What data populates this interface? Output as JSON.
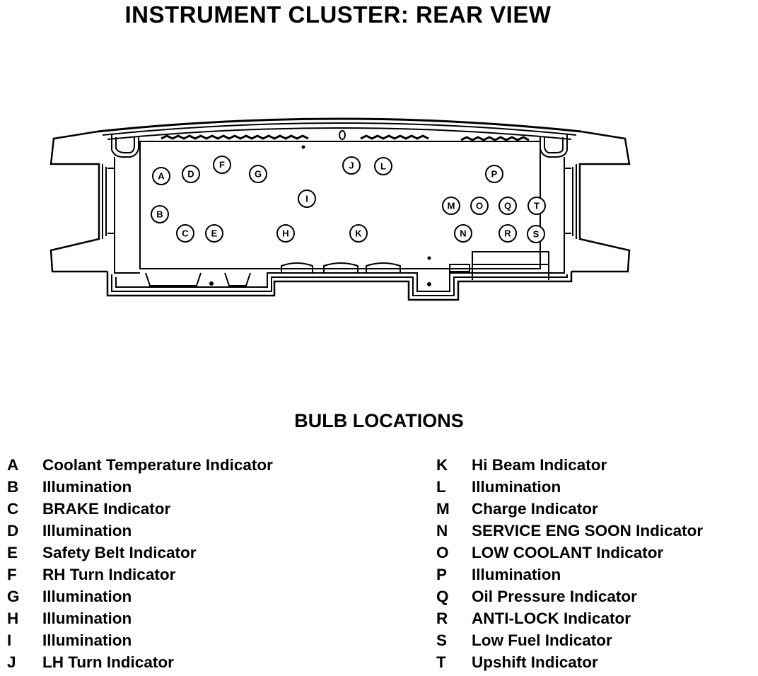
{
  "header": {
    "title": "INSTRUMENT CLUSTER: REAR VIEW"
  },
  "diagram": {
    "bulbs": [
      "A",
      "B",
      "C",
      "D",
      "E",
      "F",
      "G",
      "H",
      "I",
      "J",
      "L",
      "K",
      "P",
      "M",
      "O",
      "Q",
      "T",
      "N",
      "R",
      "S"
    ]
  },
  "legend": {
    "title": "BULB LOCATIONS",
    "left": [
      {
        "key": "A",
        "desc": "Coolant Temperature Indicator"
      },
      {
        "key": "B",
        "desc": "Illumination"
      },
      {
        "key": "C",
        "desc": "BRAKE Indicator"
      },
      {
        "key": "D",
        "desc": "Illumination"
      },
      {
        "key": "E",
        "desc": "Safety Belt Indicator"
      },
      {
        "key": "F",
        "desc": "RH Turn Indicator"
      },
      {
        "key": "G",
        "desc": "Illumination"
      },
      {
        "key": "H",
        "desc": "Illumination"
      },
      {
        "key": "I",
        "desc": "Illumination"
      },
      {
        "key": "J",
        "desc": "LH Turn Indicator"
      }
    ],
    "right": [
      {
        "key": "K",
        "desc": "Hi Beam Indicator"
      },
      {
        "key": "L",
        "desc": "Illumination"
      },
      {
        "key": "M",
        "desc": "Charge Indicator"
      },
      {
        "key": "N",
        "desc": "SERVICE ENG SOON Indicator"
      },
      {
        "key": "O",
        "desc": "LOW COOLANT Indicator"
      },
      {
        "key": "P",
        "desc": "Illumination"
      },
      {
        "key": "Q",
        "desc": "Oil Pressure Indicator"
      },
      {
        "key": "R",
        "desc": "ANTI-LOCK Indicator"
      },
      {
        "key": "S",
        "desc": "Low Fuel Indicator"
      },
      {
        "key": "T",
        "desc": "Upshift Indicator"
      }
    ]
  }
}
